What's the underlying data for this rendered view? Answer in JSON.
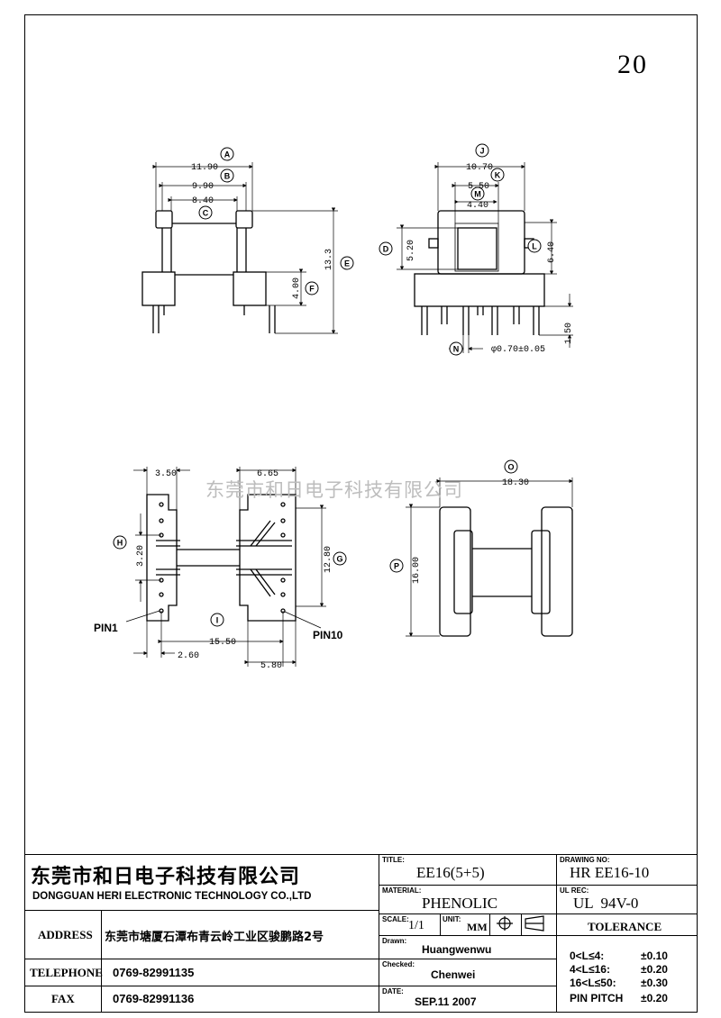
{
  "page_number": "20",
  "watermark": "东莞市和日电子科技有限公司",
  "company": {
    "name_cn": "东莞市和日电子科技有限公司",
    "name_en": "DONGGUAN HERI ELECTRONIC TECHNOLOGY CO.,LTD",
    "address_label": "ADDRESS",
    "address": "东莞市塘厦石潭布青云岭工业区骏鹏路2号",
    "telephone_label": "TELEPHONE",
    "telephone": "0769-82991135",
    "fax_label": "FAX",
    "fax": "0769-82991136"
  },
  "title_block": {
    "title_label": "TITLE:",
    "title": "EE16(5+5)",
    "material_label": "MATERIAL:",
    "material": "PHENOLIC",
    "scale_label": "SCALE:",
    "scale": "1/1",
    "unit_label": "UNIT:",
    "unit": "MM",
    "drawn_label": "Drawn:",
    "drawn": "Huangwenwu",
    "checked_label": "Checked:",
    "checked": "Chenwei",
    "date_label": "DATE:",
    "date": "SEP.11 2007",
    "drawing_no_label": "DRAWING NO:",
    "drawing_no": "HR EE16-10",
    "ul_rec_label": "UL REC:",
    "ul_rec": "UL  94V-0",
    "tolerance_label": "TOLERANCE",
    "tolerances": [
      {
        "range": "0<L≤4:",
        "value": "±0.10"
      },
      {
        "range": "4<L≤16:",
        "value": "±0.20"
      },
      {
        "range": "16<L≤50:",
        "value": "±0.30"
      },
      {
        "range": "PIN PITCH",
        "value": "±0.20"
      }
    ]
  },
  "dimensions": {
    "A": "11.90",
    "B": "9.90",
    "C": "8.40",
    "E": "13.3",
    "F": "4.00",
    "J": "10.70",
    "K": "5.50",
    "M": "4.40",
    "D": "5.20",
    "L": "6.40",
    "N_pin_dia": "φ0.70±0.05",
    "pin_len": "1.50",
    "H_top": "3.50",
    "H": "3.20",
    "top_right": "6.65",
    "G": "12.80",
    "I": "15.50",
    "pin1_offset": "2.60",
    "pin10_offset": "5.80",
    "O": "18.30",
    "P": "16.00"
  },
  "labels": {
    "bubbles": [
      "A",
      "B",
      "C",
      "D",
      "E",
      "F",
      "G",
      "H",
      "I",
      "J",
      "K",
      "L",
      "M",
      "N",
      "O",
      "P"
    ],
    "pin1": "PIN1",
    "pin10": "PIN10"
  }
}
